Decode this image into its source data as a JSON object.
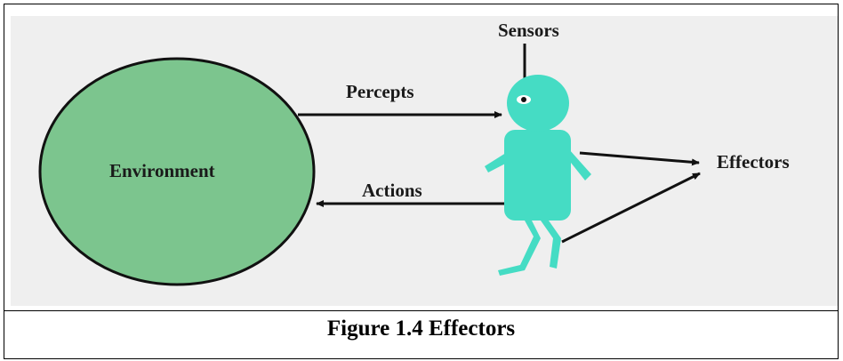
{
  "diagram": {
    "environment_label": "Environment",
    "percepts_label": "Percepts",
    "actions_label": "Actions",
    "sensors_label": "Sensors",
    "effectors_label": "Effectors",
    "colors": {
      "environment_fill": "#7cc58e",
      "agent_fill": "#45dcc4",
      "panel_bg": "#efefef",
      "arrow": "#111111"
    },
    "icons": [
      "agent-figure-icon",
      "eye-icon"
    ]
  },
  "caption": "Figure 1.4 Effectors"
}
